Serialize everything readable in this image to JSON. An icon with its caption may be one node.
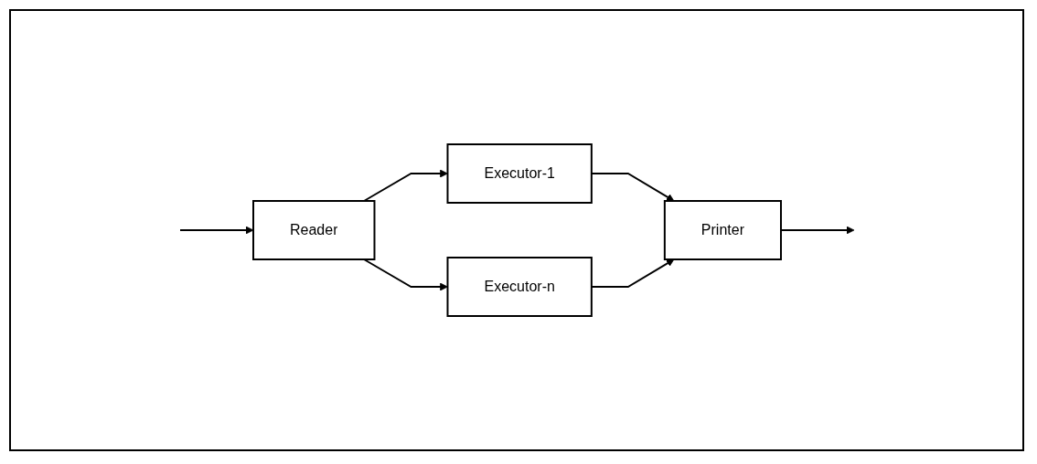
{
  "diagram": {
    "nodes": [
      {
        "text": [
          "Reader"
        ]
      },
      {
        "text": [
          "Executor-1"
        ]
      },
      {
        "text": [
          "Executor-n"
        ]
      },
      {
        "text": [
          "Printer"
        ]
      }
    ],
    "edges": [
      {
        "from": null,
        "to": 0,
        "arrow": "to"
      },
      {
        "from": 0,
        "to": 1,
        "arrow": "to"
      },
      {
        "from": 0,
        "to": 2,
        "arrow": "to"
      },
      {
        "from": 1,
        "to": 3,
        "arrow": "to"
      },
      {
        "from": 2,
        "to": 3,
        "arrow": "to"
      },
      {
        "from": 3,
        "to": null,
        "arrow": "to"
      }
    ]
  }
}
